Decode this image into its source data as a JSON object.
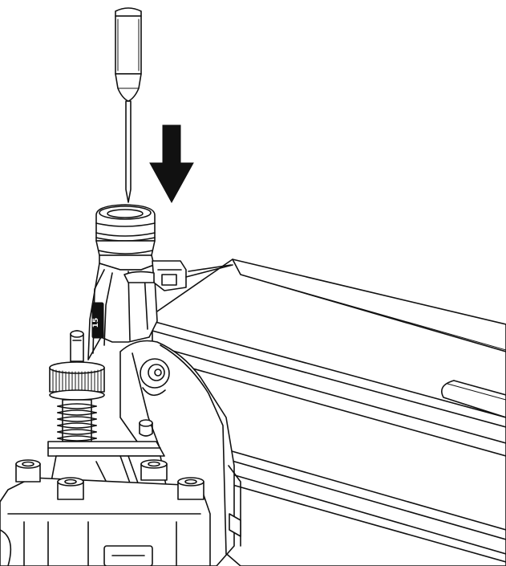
{
  "figure": {
    "components": {
      "screwdriver": "screwdriver",
      "arrow": "down-arrow",
      "depth_adjust": "depth-adjust-post",
      "magazine": "nail-magazine"
    },
    "colors": {
      "ink": "#111111",
      "paper": "#ffffff"
    },
    "direction": "down",
    "label_mark": "15"
  }
}
